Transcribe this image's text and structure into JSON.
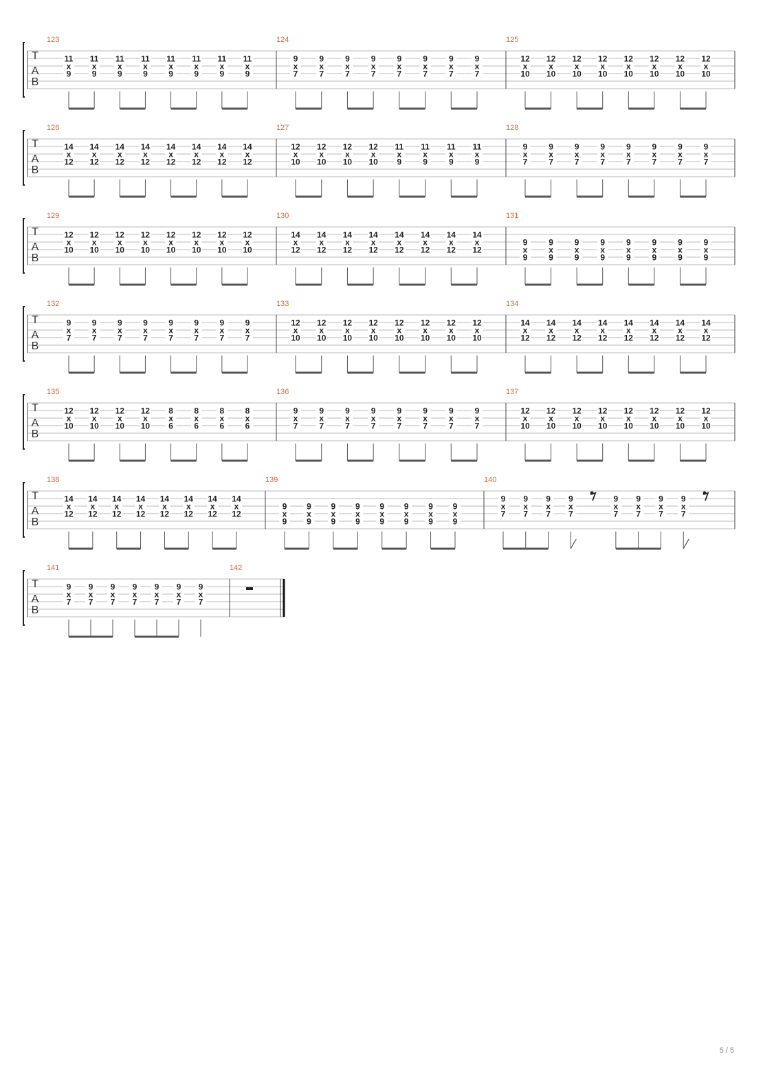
{
  "document": {
    "page_number": "5 / 5",
    "clef_label": [
      "T",
      "A",
      "B"
    ],
    "colors": {
      "measure_number": "#e8632a",
      "notes": "#222222",
      "lines": "#b8b8b8",
      "barline": "#444444"
    }
  },
  "systems": [
    {
      "measures": [
        {
          "number": "123",
          "chords": [
            [
              "11",
              "x",
              "9"
            ],
            [
              "11",
              "x",
              "9"
            ],
            [
              "11",
              "x",
              "9"
            ],
            [
              "11",
              "x",
              "9"
            ],
            [
              "11",
              "x",
              "9"
            ],
            [
              "11",
              "x",
              "9"
            ],
            [
              "11",
              "x",
              "9"
            ],
            [
              "11",
              "x",
              "9"
            ]
          ]
        },
        {
          "number": "124",
          "chords": [
            [
              "9",
              "x",
              "7"
            ],
            [
              "9",
              "x",
              "7"
            ],
            [
              "9",
              "x",
              "7"
            ],
            [
              "9",
              "x",
              "7"
            ],
            [
              "9",
              "x",
              "7"
            ],
            [
              "9",
              "x",
              "7"
            ],
            [
              "9",
              "x",
              "7"
            ],
            [
              "9",
              "x",
              "7"
            ]
          ]
        },
        {
          "number": "125",
          "chords": [
            [
              "12",
              "x",
              "10"
            ],
            [
              "12",
              "x",
              "10"
            ],
            [
              "12",
              "x",
              "10"
            ],
            [
              "12",
              "x",
              "10"
            ],
            [
              "12",
              "x",
              "10"
            ],
            [
              "12",
              "x",
              "10"
            ],
            [
              "12",
              "x",
              "10"
            ],
            [
              "12",
              "x",
              "10"
            ]
          ]
        }
      ]
    },
    {
      "measures": [
        {
          "number": "126",
          "chords": [
            [
              "14",
              "x",
              "12"
            ],
            [
              "14",
              "x",
              "12"
            ],
            [
              "14",
              "x",
              "12"
            ],
            [
              "14",
              "x",
              "12"
            ],
            [
              "14",
              "x",
              "12"
            ],
            [
              "14",
              "x",
              "12"
            ],
            [
              "14",
              "x",
              "12"
            ],
            [
              "14",
              "x",
              "12"
            ]
          ]
        },
        {
          "number": "127",
          "chords": [
            [
              "12",
              "x",
              "10"
            ],
            [
              "12",
              "x",
              "10"
            ],
            [
              "12",
              "x",
              "10"
            ],
            [
              "12",
              "x",
              "10"
            ],
            [
              "11",
              "x",
              "9"
            ],
            [
              "11",
              "x",
              "9"
            ],
            [
              "11",
              "x",
              "9"
            ],
            [
              "11",
              "x",
              "9"
            ]
          ]
        },
        {
          "number": "128",
          "chords": [
            [
              "9",
              "x",
              "7"
            ],
            [
              "9",
              "x",
              "7"
            ],
            [
              "9",
              "x",
              "7"
            ],
            [
              "9",
              "x",
              "7"
            ],
            [
              "9",
              "x",
              "7"
            ],
            [
              "9",
              "x",
              "7"
            ],
            [
              "9",
              "x",
              "7"
            ],
            [
              "9",
              "x",
              "7"
            ]
          ]
        }
      ]
    },
    {
      "measures": [
        {
          "number": "129",
          "chords": [
            [
              "12",
              "x",
              "10"
            ],
            [
              "12",
              "x",
              "10"
            ],
            [
              "12",
              "x",
              "10"
            ],
            [
              "12",
              "x",
              "10"
            ],
            [
              "12",
              "x",
              "10"
            ],
            [
              "12",
              "x",
              "10"
            ],
            [
              "12",
              "x",
              "10"
            ],
            [
              "12",
              "x",
              "10"
            ]
          ]
        },
        {
          "number": "130",
          "chords": [
            [
              "14",
              "x",
              "12"
            ],
            [
              "14",
              "x",
              "12"
            ],
            [
              "14",
              "x",
              "12"
            ],
            [
              "14",
              "x",
              "12"
            ],
            [
              "14",
              "x",
              "12"
            ],
            [
              "14",
              "x",
              "12"
            ],
            [
              "14",
              "x",
              "12"
            ],
            [
              "14",
              "x",
              "12"
            ]
          ]
        },
        {
          "number": "131",
          "low": true,
          "chords": [
            [
              "9",
              "x",
              "9"
            ],
            [
              "9",
              "x",
              "9"
            ],
            [
              "9",
              "x",
              "9"
            ],
            [
              "9",
              "x",
              "9"
            ],
            [
              "9",
              "x",
              "9"
            ],
            [
              "9",
              "x",
              "9"
            ],
            [
              "9",
              "x",
              "9"
            ],
            [
              "9",
              "x",
              "9"
            ]
          ]
        }
      ]
    },
    {
      "measures": [
        {
          "number": "132",
          "chords": [
            [
              "9",
              "x",
              "7"
            ],
            [
              "9",
              "x",
              "7"
            ],
            [
              "9",
              "x",
              "7"
            ],
            [
              "9",
              "x",
              "7"
            ],
            [
              "9",
              "x",
              "7"
            ],
            [
              "9",
              "x",
              "7"
            ],
            [
              "9",
              "x",
              "7"
            ],
            [
              "9",
              "x",
              "7"
            ]
          ]
        },
        {
          "number": "133",
          "chords": [
            [
              "12",
              "x",
              "10"
            ],
            [
              "12",
              "x",
              "10"
            ],
            [
              "12",
              "x",
              "10"
            ],
            [
              "12",
              "x",
              "10"
            ],
            [
              "12",
              "x",
              "10"
            ],
            [
              "12",
              "x",
              "10"
            ],
            [
              "12",
              "x",
              "10"
            ],
            [
              "12",
              "x",
              "10"
            ]
          ]
        },
        {
          "number": "134",
          "chords": [
            [
              "14",
              "x",
              "12"
            ],
            [
              "14",
              "x",
              "12"
            ],
            [
              "14",
              "x",
              "12"
            ],
            [
              "14",
              "x",
              "12"
            ],
            [
              "14",
              "x",
              "12"
            ],
            [
              "14",
              "x",
              "12"
            ],
            [
              "14",
              "x",
              "12"
            ],
            [
              "14",
              "x",
              "12"
            ]
          ]
        }
      ]
    },
    {
      "measures": [
        {
          "number": "135",
          "chords": [
            [
              "12",
              "x",
              "10"
            ],
            [
              "12",
              "x",
              "10"
            ],
            [
              "12",
              "x",
              "10"
            ],
            [
              "12",
              "x",
              "10"
            ],
            [
              "8",
              "x",
              "6"
            ],
            [
              "8",
              "x",
              "6"
            ],
            [
              "8",
              "x",
              "6"
            ],
            [
              "8",
              "x",
              "6"
            ]
          ]
        },
        {
          "number": "136",
          "chords": [
            [
              "9",
              "x",
              "7"
            ],
            [
              "9",
              "x",
              "7"
            ],
            [
              "9",
              "x",
              "7"
            ],
            [
              "9",
              "x",
              "7"
            ],
            [
              "9",
              "x",
              "7"
            ],
            [
              "9",
              "x",
              "7"
            ],
            [
              "9",
              "x",
              "7"
            ],
            [
              "9",
              "x",
              "7"
            ]
          ]
        },
        {
          "number": "137",
          "chords": [
            [
              "12",
              "x",
              "10"
            ],
            [
              "12",
              "x",
              "10"
            ],
            [
              "12",
              "x",
              "10"
            ],
            [
              "12",
              "x",
              "10"
            ],
            [
              "12",
              "x",
              "10"
            ],
            [
              "12",
              "x",
              "10"
            ],
            [
              "12",
              "x",
              "10"
            ],
            [
              "12",
              "x",
              "10"
            ]
          ]
        }
      ]
    },
    {
      "measures": [
        {
          "number": "138",
          "chords": [
            [
              "14",
              "x",
              "12"
            ],
            [
              "14",
              "x",
              "12"
            ],
            [
              "14",
              "x",
              "12"
            ],
            [
              "14",
              "x",
              "12"
            ],
            [
              "14",
              "x",
              "12"
            ],
            [
              "14",
              "x",
              "12"
            ],
            [
              "14",
              "x",
              "12"
            ],
            [
              "14",
              "x",
              "12"
            ]
          ]
        },
        {
          "number": "139",
          "low": true,
          "chords": [
            [
              "9",
              "x",
              "9"
            ],
            [
              "9",
              "x",
              "9"
            ],
            [
              "9",
              "x",
              "9"
            ],
            [
              "9",
              "x",
              "9"
            ],
            [
              "9",
              "x",
              "9"
            ],
            [
              "9",
              "x",
              "9"
            ],
            [
              "9",
              "x",
              "9"
            ],
            [
              "9",
              "x",
              "9"
            ]
          ]
        },
        {
          "number": "140",
          "chords": [
            [
              "9",
              "x",
              "7"
            ],
            [
              "9",
              "x",
              "7"
            ],
            [
              "9",
              "x",
              "7"
            ],
            [
              "9",
              "x",
              "7"
            ],
            [
              "rest"
            ],
            [
              "9",
              "x",
              "7"
            ],
            [
              "9",
              "x",
              "7"
            ],
            [
              "9",
              "x",
              "7"
            ],
            [
              "9",
              "x",
              "7"
            ],
            [
              "rest"
            ]
          ]
        }
      ]
    },
    {
      "measures": [
        {
          "number": "141",
          "chords": [
            [
              "9",
              "x",
              "7"
            ],
            [
              "9",
              "x",
              "7"
            ],
            [
              "9",
              "x",
              "7"
            ],
            [
              "9",
              "x",
              "7"
            ],
            [
              "9",
              "x",
              "7"
            ],
            [
              "9",
              "x",
              "7"
            ],
            [
              "9",
              "x",
              "7"
            ]
          ]
        },
        {
          "number": "142",
          "whole_rest": true,
          "final": true,
          "chords": []
        }
      ]
    }
  ]
}
